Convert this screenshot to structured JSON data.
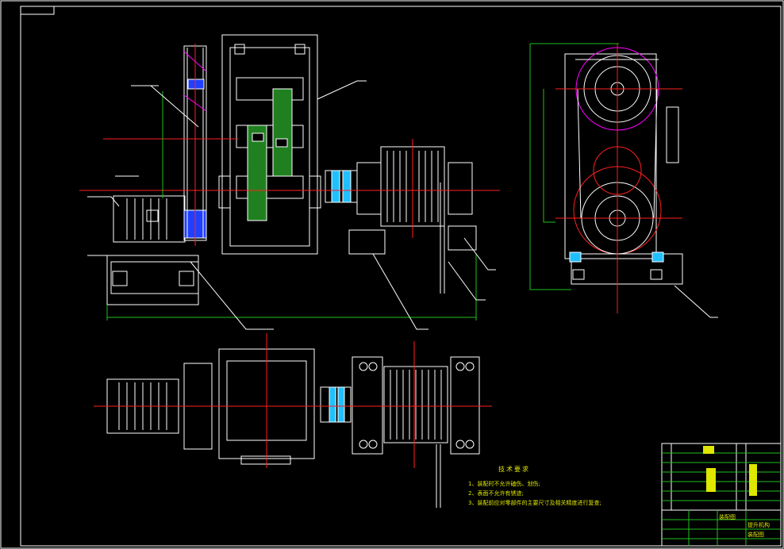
{
  "drawing": {
    "kind": "cad-assembly",
    "background": "#000000",
    "colors": {
      "outline": "#ffffff",
      "centerline": "#ff2020",
      "hatch": "#20c020",
      "dimension": "#20c020",
      "text": "#dfe600",
      "belt": "#ff00ff",
      "coupling": "#20c0ff"
    },
    "views": [
      "front-view",
      "side-view",
      "top-view"
    ]
  },
  "notes": {
    "title": "技术要求",
    "items": [
      "1、装配时不允许磕伤、划伤;",
      "2、表面不允许有锈迹;",
      "3、装配前应对零部件的主要尺寸及相关精度进行复查;"
    ]
  },
  "title_block": {
    "drawing_name_1": "提升机构",
    "drawing_name_2": "装配图",
    "label": "装配图"
  }
}
